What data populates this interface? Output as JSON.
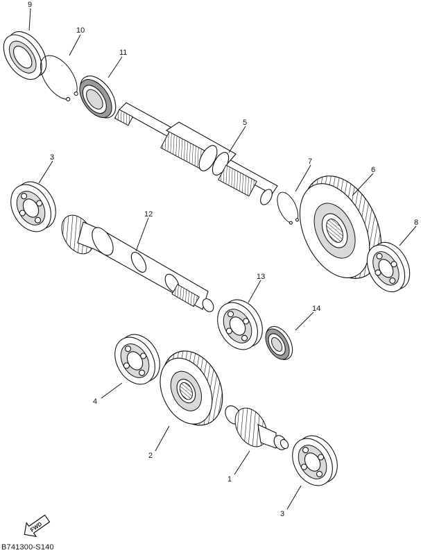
{
  "drawing_code": "B741300-S140",
  "fwd_label": "FWD",
  "callouts": {
    "c9": "9",
    "c10": "10",
    "c11": "11",
    "c5": "5",
    "c3a": "3",
    "c7": "7",
    "c6": "6",
    "c12": "12",
    "c8": "8",
    "c13": "13",
    "c14": "14",
    "c4": "4",
    "c2": "2",
    "c1": "1",
    "c3b": "3"
  }
}
